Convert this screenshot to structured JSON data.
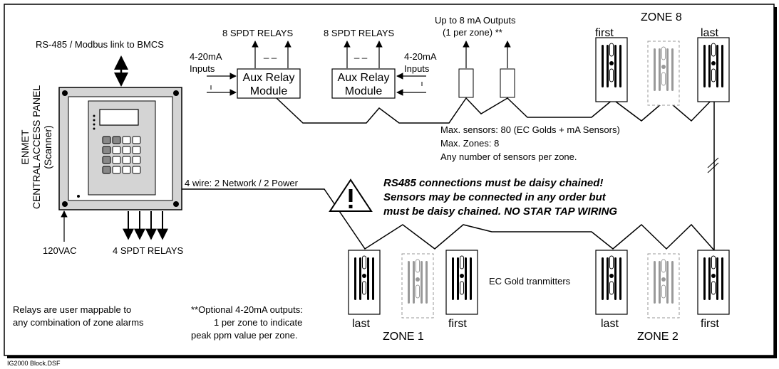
{
  "panel": {
    "title_line1": "ENMET",
    "title_line2": "CENTRAL ACCESS PANEL",
    "title_line3": "(Scanner)",
    "modbus_label": "RS-485 / Modbus link to BMCS",
    "power_label": "120VAC",
    "relays_label": "4 SPDT RELAYS",
    "wire_label": "4 wire: 2 Network / 2 Power"
  },
  "aux_modules": [
    {
      "label_line1": "Aux Relay",
      "label_line2": "Module",
      "relays_label": "8 SPDT RELAYS",
      "inputs_line1": "4-20mA",
      "inputs_line2": "Inputs"
    },
    {
      "label_line1": "Aux Relay",
      "label_line2": "Module",
      "relays_label": "8 SPDT RELAYS",
      "inputs_line1": "4-20mA",
      "inputs_line2": "Inputs"
    }
  ],
  "ma_outputs": {
    "line1": "Up to 8 mA Outputs",
    "line2": "(1 per zone) **"
  },
  "limits": {
    "line1": "Max. sensors: 80 (EC Golds + mA Sensors)",
    "line2": "Max. Zones: 8",
    "line3": "Any number of sensors per zone."
  },
  "warning": {
    "line1": "RS485 connections must be daisy chained!",
    "line2": "Sensors may be connected in any order but",
    "line3": "must be daisy chained.  NO STAR TAP WIRING"
  },
  "zones": {
    "zone8": {
      "name": "ZONE 8",
      "first": "first",
      "last": "last"
    },
    "zone1": {
      "name": "ZONE 1",
      "first": "first",
      "last": "last"
    },
    "zone2": {
      "name": "ZONE 2",
      "first": "first",
      "last": "last"
    }
  },
  "transmitters_label": "EC Gold tranmitters",
  "notes": {
    "relays_line1": "Relays are user mappable to",
    "relays_line2": "any combination of zone alarms",
    "optional_line1": "**Optional 4-20mA outputs:",
    "optional_line2": "1 per zone to indicate",
    "optional_line3": "peak ppm value per zone."
  },
  "filename": "IG2000 Block.DSF",
  "relay_dash": "_ _"
}
